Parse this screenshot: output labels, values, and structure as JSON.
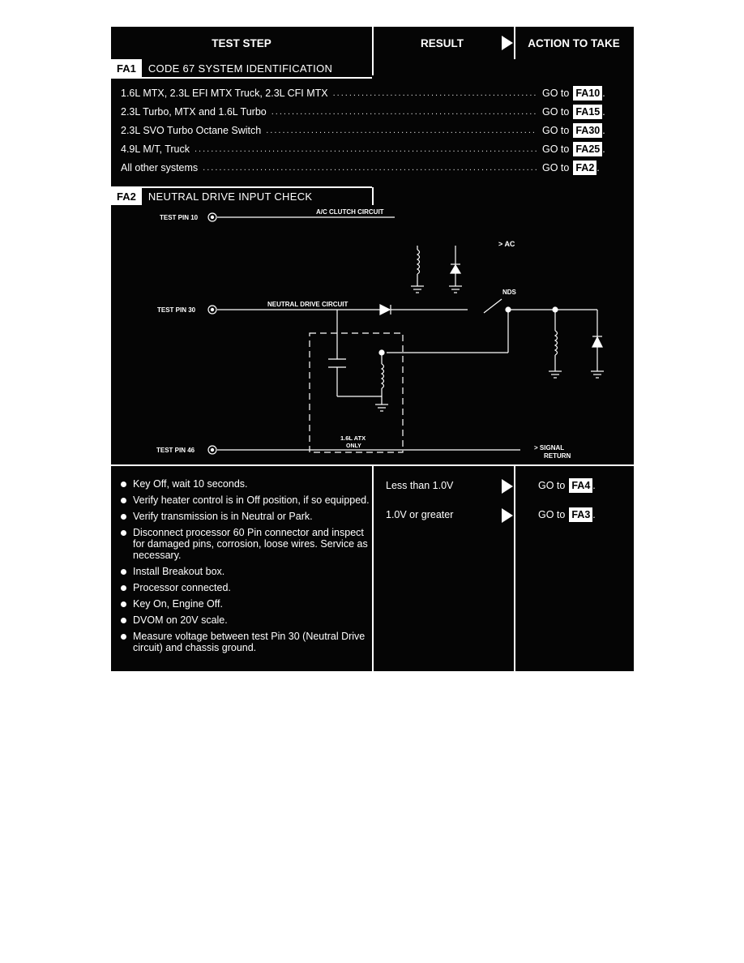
{
  "header": {
    "test_step": "TEST STEP",
    "result": "RESULT",
    "action": "ACTION TO TAKE"
  },
  "fa1": {
    "id": "FA1",
    "title": "CODE 67 SYSTEM IDENTIFICATION",
    "rows": [
      {
        "label": "1.6L MTX, 2.3L EFI MTX Truck, 2.3L CFI MTX",
        "goto": "GO to",
        "code": "FA10",
        "suffix": "."
      },
      {
        "label": "2.3L Turbo, MTX and 1.6L Turbo",
        "goto": "GO to",
        "code": "FA15",
        "suffix": "."
      },
      {
        "label": "2.3L SVO Turbo Octane Switch",
        "goto": "GO to",
        "code": "FA30",
        "suffix": "."
      },
      {
        "label": "4.9L M/T, Truck",
        "goto": "GO to",
        "code": "FA25",
        "suffix": "."
      },
      {
        "label": "All other systems",
        "goto": "GO to",
        "code": "FA2",
        "suffix": "."
      }
    ]
  },
  "fa2": {
    "id": "FA2",
    "title": "NEUTRAL DRIVE INPUT CHECK",
    "diagram": {
      "pin10": "TEST PIN 10",
      "pin30": "TEST PIN 30",
      "pin46": "TEST PIN 46",
      "ac_clutch": "A/C CLUTCH CIRCUIT",
      "neutral_drive": "NEUTRAL DRIVE CIRCUIT",
      "ac": "AC",
      "nds": "NDS",
      "atx_line1": "1.6L ATX",
      "atx_line2": "ONLY",
      "signal_line1": "SIGNAL",
      "signal_line2": "RETURN"
    },
    "steps": [
      "Key Off, wait 10 seconds.",
      "Verify heater control is in Off position, if so equipped.",
      "Verify transmission is in Neutral or Park.",
      "Disconnect processor 60 Pin connector and inspect for damaged pins, corrosion, loose wires. Service as necessary.",
      "Install Breakout box.",
      "Processor connected.",
      "Key On, Engine Off.",
      "DVOM on 20V scale.",
      "Measure voltage between test Pin 30 (Neutral Drive circuit) and chassis ground."
    ],
    "results": [
      {
        "result": "Less than 1.0V",
        "goto": "GO to",
        "code": "FA4",
        "suffix": "."
      },
      {
        "result": "1.0V or greater",
        "goto": "GO to",
        "code": "FA3",
        "suffix": "."
      }
    ]
  }
}
